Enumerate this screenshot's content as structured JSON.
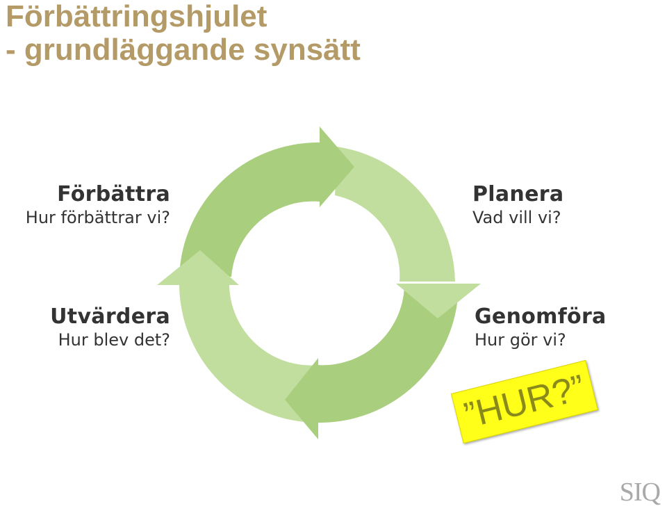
{
  "title": {
    "line1": "Förbättringshjulet",
    "line2": "- grundläggande synsätt"
  },
  "steps": [
    {
      "id": "forbattra",
      "title": "Förbättra",
      "subtitle": "Hur förbättrar vi?"
    },
    {
      "id": "planera",
      "title": "Planera",
      "subtitle": "Vad vill vi?"
    },
    {
      "id": "genomfora",
      "title": "Genomföra",
      "subtitle": "Hur gör vi?"
    },
    {
      "id": "utvardera",
      "title": "Utvärdera",
      "subtitle": "Hur blev det?"
    }
  ],
  "note": {
    "text": "”HUR?”"
  },
  "logo": {
    "text": "SIQ"
  },
  "colors": {
    "title": "#b39a66",
    "arrow_dark": "#a9cf7e",
    "arrow_light": "#c2de9e",
    "note_bg": "#ffff1a"
  }
}
